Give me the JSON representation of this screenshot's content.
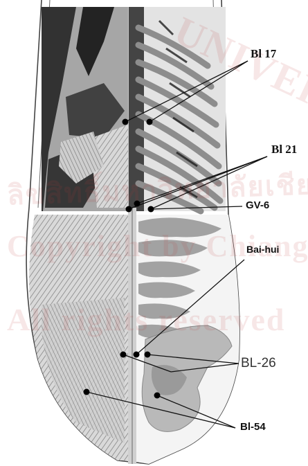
{
  "labels": {
    "bl17": "Bl 17",
    "bl21": "Bl 21",
    "gv6": "GV-6",
    "baihui": "Bai-hui",
    "bl26": "BL-26",
    "bl54": "Bl-54"
  },
  "watermark": {
    "line1": "UNIVERSI",
    "line2": "ลิขสิทธิ์มหาวิทยาลัยเชียงใหม่",
    "line3": "Copyright by Chiang Mai",
    "line4": "All rights reserved"
  },
  "colors": {
    "point": "#000000",
    "leader": "#111111",
    "rib": "#8d8d8d",
    "muscle": "#b9b9b9",
    "outline": "#444444"
  }
}
